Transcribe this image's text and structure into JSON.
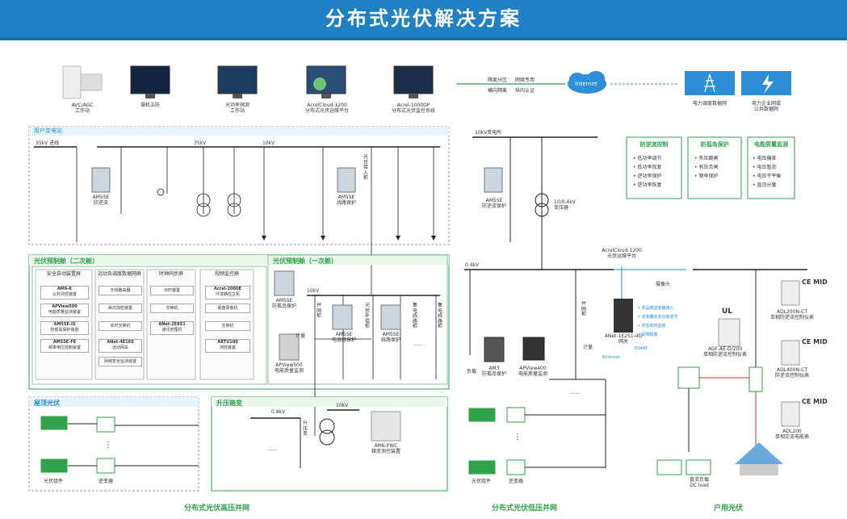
{
  "title": "分布式光伏解决方案",
  "top_devices": [
    {
      "label1": "AVC/AGC",
      "label2": "工作站"
    },
    {
      "label1": "操机五防",
      "label2": ""
    },
    {
      "label1": "光功率预测",
      "label2": "工作站"
    },
    {
      "label1": "AcrelCloud-1200",
      "label2": "分布式光伏运维平台"
    },
    {
      "label1": "Acrel-1000DP",
      "label2": "分布式光伏监控系统"
    }
  ],
  "network": {
    "zone": "隔离分区",
    "dedicated": "网络专用",
    "horizontal": "横向隔离",
    "vertical": "纵向认证",
    "internet": "Internet",
    "dispatch": "电力调度数据网",
    "enterprise1": "电力企业网或",
    "enterprise2": "公共数据网"
  },
  "user_station": {
    "title": "用户变电站",
    "line35": "35kV 进线",
    "bus35": "35kV",
    "bus10": "10kV",
    "am5se_anti1": "AM5SE",
    "am5se_anti2": "防逆流",
    "am5se_line1": "AM5SE",
    "am5se_line2": "线路保护",
    "pv_cabinet": "光伏接入柜"
  },
  "secondary_cabin": {
    "title": "光伏预制舱（二次舱）",
    "col1_title": "安全自动装置屏",
    "col1": [
      "AM6-K|公共测控装置",
      "APView500|电能质量监测装置",
      "AM5SE-IS|防孤岛保护装置",
      "AM5SE-FE|频率电压控制装置"
    ],
    "col2_title": "远动及调度数据网屏",
    "col2": [
      "无线路由器",
      "纵向加密装置",
      "实时交换机",
      "ANet-4E16S|远动网关",
      "网络安全监测装置"
    ],
    "col3_title": "时钟同步屏",
    "col3": [
      "对时装置",
      "交换机",
      "ANet-2E8S1|通讯管理机"
    ],
    "col4_title": "视频监控屏",
    "col4": [
      "Acrel-2000E|环境精控主机",
      "硬盘录像机",
      "交换机",
      "ARTU100|测控装置"
    ]
  },
  "primary_cabin": {
    "title": "光伏预制舱（一次舱）",
    "bus10": "10kV",
    "am5se_isl1": "AM5SE",
    "am5se_isl2": "防孤岛保护",
    "grid_cab": "并网柜",
    "meter": "计量",
    "apview1": "APView500",
    "apview2": "电能质量监测",
    "cap_prot1": "AM5SE",
    "cap_prot2": "电容器保护",
    "line_prot1": "AM5SE",
    "line_prot2": "线路保护",
    "pv_comp": "光伏补偿柜",
    "coll_line": "集电线路柜",
    "coll_line2": "集电线路柜",
    "dots": "……"
  },
  "rooftop": {
    "title": "屋顶光伏",
    "panel": "光伏组件",
    "inverter": "逆变器",
    "vdots": "⋮"
  },
  "booster": {
    "title": "升压箱变",
    "v08": "0.8kV",
    "v10": "10kV",
    "box_transformer": "升压变",
    "amg1": "AM6-PWC",
    "amg2": "箱变测控装置",
    "dots": "……"
  },
  "lv_grid": {
    "bus10": "10kV变电所",
    "am5se1": "AM5SE",
    "am5se2": "防逆流保护",
    "transformer1": "10/0.4kV",
    "transformer2": "变压器",
    "cloud1": "AcrelCloud-1200",
    "cloud2": "光伏运维平台",
    "camera": "摄像头",
    "bus04": "0.4kV",
    "grid_cab": "并网柜",
    "load": "负载",
    "am3_1": "AM3",
    "am3_2": "防孤岛保护",
    "apv1": "APView400",
    "apv2": "电能质量监测",
    "meter": "计量",
    "gw1": "ANet-1E2S1-4G",
    "gw2": "网关",
    "ethernet": "Ethernet",
    "rs485": "RS485",
    "features": [
      "多品牌逆变器接入",
      "逆变器状态功率调节",
      "状态实时监视",
      "故障报警"
    ],
    "dots": "……",
    "panel": "光伏组件",
    "inverter": "逆变器",
    "vdots": "⋮"
  },
  "control_boxes": {
    "box1_title": "防逆流控制",
    "box1": [
      "低功率调节",
      "低功率恢复",
      "逆功率保护",
      "逆功率恢复"
    ],
    "box2_title": "防孤岛保护",
    "box2": [
      "失压跳闸",
      "有压合闸",
      "频率保护"
    ],
    "box3_title": "电能质量监测",
    "box3": [
      "电压偏差",
      "电压暂态",
      "电压不平衡",
      "直流分量"
    ]
  },
  "household": {
    "ul": "UL",
    "agf1": "AGF-AE-D/200",
    "agf2": "单相防逆流控制仪表",
    "adl200n1": "ADL200N-CT",
    "adl200n2": "单相防逆流控制仪表",
    "adl400n1": "ADL400N-CT",
    "adl400n2": "防逆流控制仪表",
    "adl2001": "ADL200",
    "adl2002": "单相交流电能表",
    "mid": "MID",
    "ce": "CE",
    "dcload1": "直流负载",
    "dcload2": "DC load"
  },
  "footers": {
    "hv": "分布式光伏高压并网",
    "lv": "分布式光伏低压并网",
    "home": "户用光伏"
  },
  "colors": {
    "banner": "#1f80c4",
    "green": "#2fa24a",
    "blue": "#1e8fd6",
    "dashed": "#999999"
  }
}
